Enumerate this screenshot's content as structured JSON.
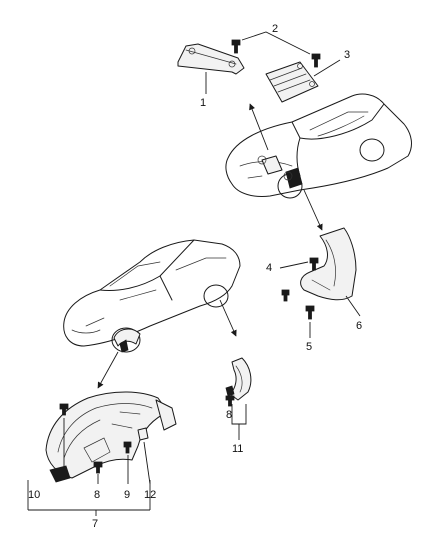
{
  "diagram": {
    "callouts": {
      "c1": "1",
      "c2": "2",
      "c3": "3",
      "c4": "4",
      "c5": "5",
      "c6": "6",
      "c7": "7",
      "c8a": "8",
      "c8b": "8",
      "c9": "9",
      "c10": "10",
      "c11": "11",
      "c12": "12"
    }
  }
}
